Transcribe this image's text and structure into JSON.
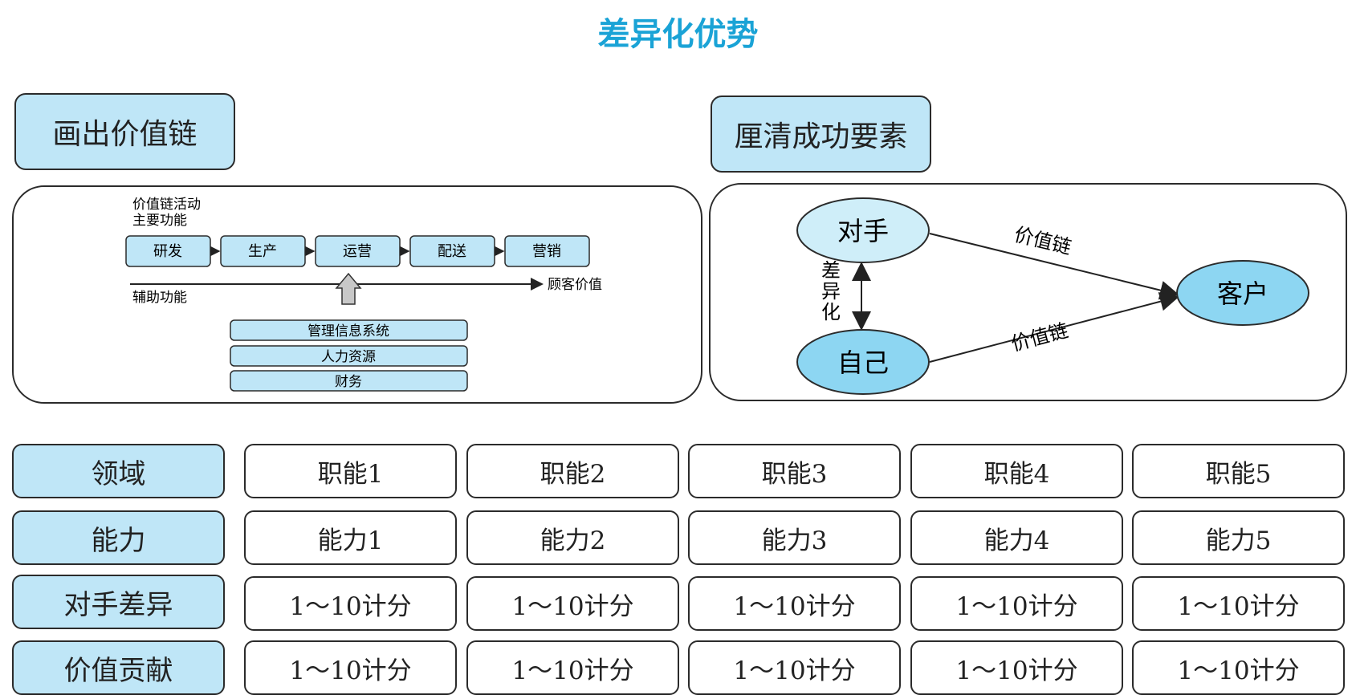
{
  "title": "差异化优势",
  "left_section": {
    "header": "画出价值链",
    "caption_line1": "价值链活动",
    "caption_line2": "主要功能",
    "primary": [
      "研发",
      "生产",
      "运营",
      "配送",
      "营销"
    ],
    "support_label": "辅助功能",
    "output_label": "顾客价值",
    "support": [
      "管理信息系统",
      "人力资源",
      "财务"
    ]
  },
  "right_section": {
    "header": "厘清成功要素",
    "rival": "对手",
    "self": "自己",
    "customer": "客户",
    "diff_label": [
      "差",
      "异",
      "化"
    ],
    "edge_label": "价值链"
  },
  "matrix": {
    "rows": [
      {
        "label": "领域",
        "cells": [
          "职能1",
          "职能2",
          "职能3",
          "职能4",
          "职能5"
        ]
      },
      {
        "label": "能力",
        "cells": [
          "能力1",
          "能力2",
          "能力3",
          "能力4",
          "能力5"
        ]
      },
      {
        "label": "对手差异",
        "cells": [
          "1～10计分",
          "1～10计分",
          "1～10计分",
          "1～10计分",
          "1～10计分"
        ]
      },
      {
        "label": "价值贡献",
        "cells": [
          "1～10计分",
          "1～10计分",
          "1～10计分",
          "1～10计分",
          "1～10计分"
        ]
      }
    ]
  },
  "colors": {
    "accent": "#1aa3d6",
    "box_fill": "#bfe6f7",
    "self_fill": "#8dd6f2",
    "stroke": "#2b2b2b"
  }
}
